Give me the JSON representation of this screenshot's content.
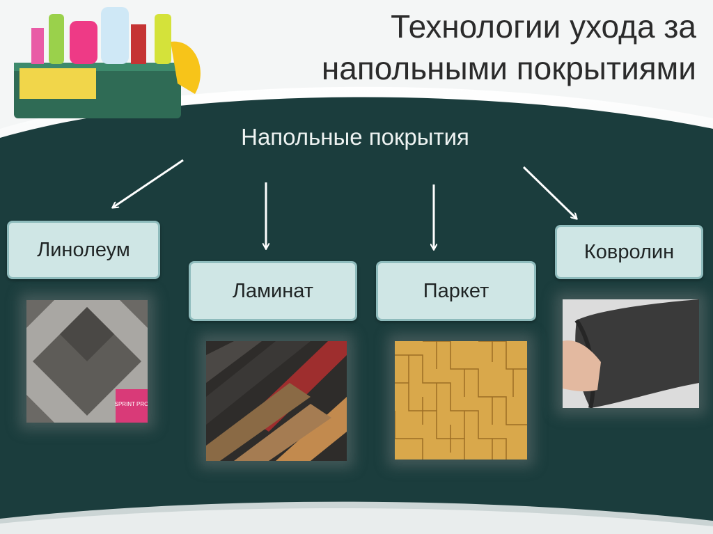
{
  "title": {
    "line1": "Технологии ухода за",
    "line2": "напольными покрытиями"
  },
  "root": {
    "label": "Напольные покрытия"
  },
  "children": [
    {
      "key": "linoleum",
      "label": "Линолеум",
      "image": "linoleum-tiles-photo",
      "image_text": "SPRINT PRO"
    },
    {
      "key": "laminate",
      "label": "Ламинат",
      "image": "laminate-planks-photo"
    },
    {
      "key": "parquet",
      "label": "Паркет",
      "image": "parquet-herringbone-photo"
    },
    {
      "key": "carpet",
      "label": "Ковролин",
      "image": "carpet-roll-photo"
    }
  ],
  "colors": {
    "panel": "#1b3d3d",
    "box_fill": "#cfe6e5",
    "box_border": "#8fbcbd",
    "title_text": "#2b2b2b",
    "arrow": "#ffffff"
  },
  "decor": {
    "header_image": "cleaning-supplies-bucket-photo"
  }
}
